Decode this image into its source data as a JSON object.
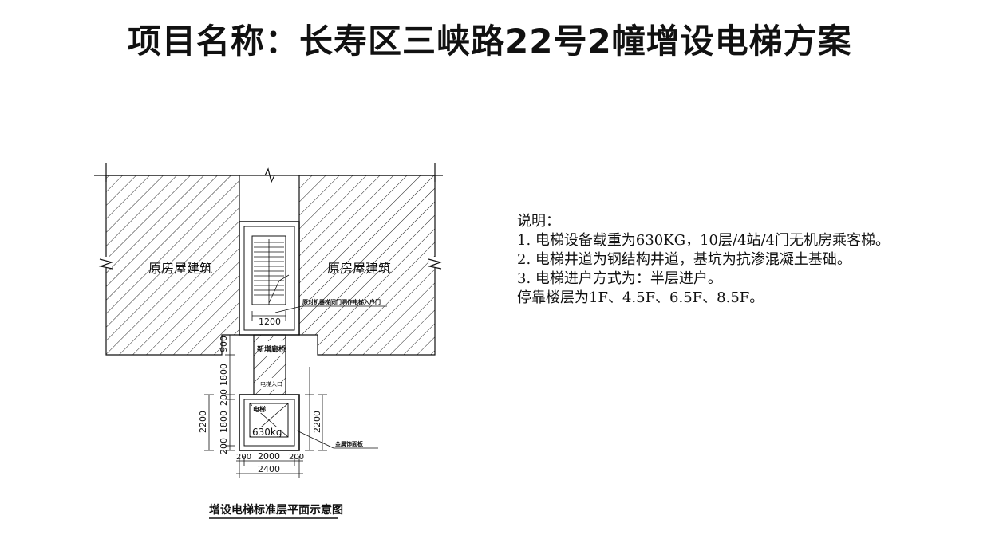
{
  "title": "项目名称：长寿区三峡路22号2幢增设电梯方案",
  "plan": {
    "left_building_label": "原房屋建筑",
    "right_building_label": "原房屋建筑",
    "caption": "增设电梯标准层平面示意图",
    "dim_1200": "1200",
    "door_note": "原对机器梯间门洞作电梯入户门",
    "new_corridor_label": "新增廊桥",
    "elevator_entrance": "电梯入口",
    "elevator_label": "电梯",
    "capacity": "630kg",
    "metal_cladding": "金属饰面板",
    "dim_1800_upper": "1800",
    "dim_900": "900",
    "dim_200_a": "200",
    "dim_1800_lower": "1800",
    "dim_200_b": "200",
    "dim_2200_left": "2200",
    "dim_2200_right": "2200",
    "dim_200_c": "200",
    "dim_2000": "2000",
    "dim_200_d": "200",
    "dim_2400": "2400"
  },
  "notes": {
    "heading": "说明：",
    "line1": "1. 电梯设备载重为630KG，10层/4站/4门无机房乘客梯。",
    "line2": "2. 电梯井道为钢结构井道，基坑为抗渗混凝土基础。",
    "line3": "3. 电梯进户方式为：半层进户。",
    "line4": "停靠楼层为1F、4.5F、6.5F、8.5F。"
  }
}
